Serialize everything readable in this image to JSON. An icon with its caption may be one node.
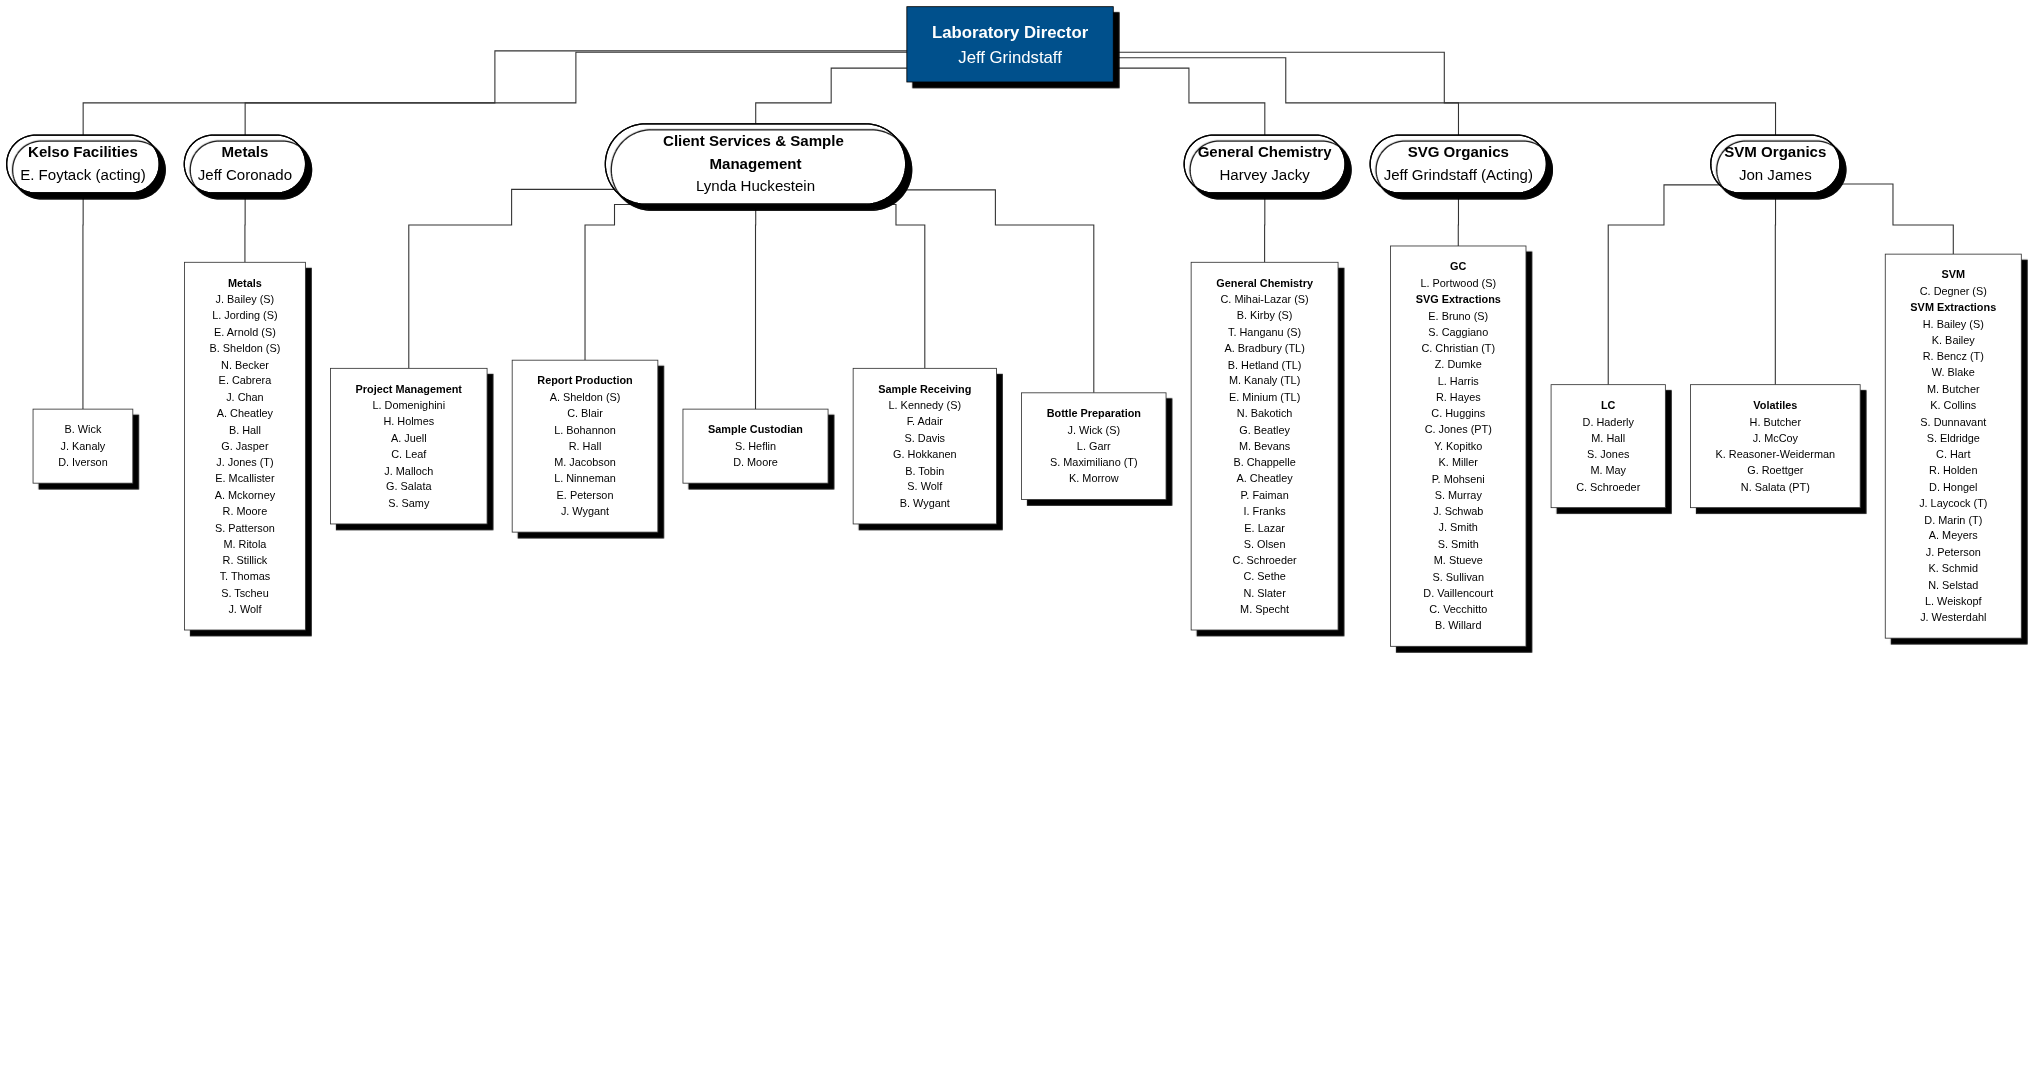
{
  "diagram": {
    "nodes": [
      {
        "text": [
          "Laboratory Director",
          "Jeff Grindstaff"
        ]
      },
      {
        "text": [
          "Kelso Facilities",
          "E. Foytack (acting)"
        ]
      },
      {
        "text": [
          "Metals",
          "Jeff Coronado"
        ]
      },
      {
        "text": [
          "Client Services & Sample Management",
          "Lynda Huckestein"
        ]
      },
      {
        "text": [
          "General Chemistry",
          "Harvey Jacky"
        ]
      },
      {
        "text": [
          "SVG Organics",
          "Jeff Grindstaff (Acting)"
        ]
      },
      {
        "text": [
          "SVM Organics",
          "Jon James"
        ]
      },
      {
        "text": [
          "B. Wick",
          "J. Kanaly",
          "D. Iverson"
        ]
      },
      {
        "text": [
          "Metals",
          "J. Bailey (S)",
          "L. Jording (S)",
          "E. Arnold (S)",
          "B. Sheldon (S)",
          "N. Becker",
          "E. Cabrera",
          "J. Chan",
          "A. Cheatley",
          "B. Hall",
          "G. Jasper",
          "J. Jones (T)",
          "E. Mcallister",
          "A. Mckorney",
          "R. Moore",
          "S. Patterson",
          "M. Ritola",
          "R. Stillick",
          "T. Thomas",
          "S. Tscheu",
          "J. Wolf"
        ]
      },
      {
        "text": [
          "Project Management",
          "L. Domenighini",
          "H. Holmes",
          "A. Juell",
          "C. Leaf",
          "J. Malloch",
          "G. Salata",
          "S. Samy"
        ]
      },
      {
        "text": [
          "Report Production",
          "A. Sheldon (S)",
          "C. Blair",
          "L. Bohannon",
          "R. Hall",
          "M. Jacobson",
          "L. Ninneman",
          "E. Peterson",
          "J. Wygant"
        ]
      },
      {
        "text": [
          "Sample Custodian",
          "S. Heflin",
          "D. Moore"
        ]
      },
      {
        "text": [
          "Sample Receiving",
          "L. Kennedy (S)",
          "F. Adair",
          "S. Davis",
          "G. Hokkanen",
          "B. Tobin",
          "S. Wolf",
          "B. Wygant"
        ]
      },
      {
        "text": [
          "Bottle Preparation",
          "J. Wick (S)",
          "L. Garr",
          "S. Maximiliano (T)",
          "K. Morrow"
        ]
      },
      {
        "text": [
          "General Chemistry",
          "C. Mihai-Lazar (S)",
          "B. Kirby (S)",
          "T. Hanganu (S)",
          "A. Bradbury (TL)",
          "B. Hetland (TL)",
          "M. Kanaly (TL)",
          "E. Minium (TL)",
          "N. Bakotich",
          "G. Beatley",
          "M. Bevans",
          "B. Chappelle",
          "A. Cheatley",
          "P. Faiman",
          "I. Franks",
          "E. Lazar",
          "S. Olsen",
          "C. Schroeder",
          "C. Sethe",
          "N. Slater",
          "M. Specht"
        ]
      },
      {
        "text": [
          "GC",
          "L. Portwood (S)",
          "SVG Extractions",
          "E. Bruno (S)",
          "S. Caggiano",
          "C. Christian (T)",
          "Z. Dumke",
          "L. Harris",
          "R. Hayes",
          "C. Huggins",
          "C. Jones (PT)",
          "Y. Kopitko",
          "K. Miller",
          "P. Mohseni",
          "S. Murray",
          "J. Schwab",
          "J. Smith",
          "S. Smith",
          "M. Stueve",
          "S. Sullivan",
          "D. Vaillencourt",
          "C. Vecchitto",
          "B. Willard"
        ]
      },
      {
        "text": [
          "LC",
          "D. Haderly",
          "M. Hall",
          "S. Jones",
          "M. May",
          "C. Schroeder"
        ]
      },
      {
        "text": [
          "Volatiles",
          "H. Butcher",
          "J. McCoy",
          "K. Reasoner-Weiderman",
          "G. Roettger",
          "N. Salata (PT)"
        ]
      },
      {
        "text": [
          "SVM",
          "C. Degner (S)",
          "SVM Extractions",
          "H. Bailey (S)",
          "K. Bailey",
          "R. Bencz (T)",
          "W. Blake",
          "M. Butcher",
          "K. Collins",
          "S. Dunnavant",
          "S. Eldridge",
          "C. Hart",
          "R. Holden",
          "D. Hongel",
          "J. Laycock (T)",
          "D. Marin (T)",
          "A. Meyers",
          "J. Peterson",
          "K. Schmid",
          "N. Selstad",
          "L. Weiskopf",
          "J. Westerdahl"
        ]
      }
    ],
    "edges": [
      {
        "from": 0,
        "to": 1,
        "arrow": "none"
      },
      {
        "from": 0,
        "to": 2,
        "arrow": "none"
      },
      {
        "from": 0,
        "to": 3,
        "arrow": "none"
      },
      {
        "from": 0,
        "to": 4,
        "arrow": "none"
      },
      {
        "from": 0,
        "to": 5,
        "arrow": "none"
      },
      {
        "from": 0,
        "to": 6,
        "arrow": "none"
      },
      {
        "from": 1,
        "to": 7,
        "arrow": "none"
      },
      {
        "from": 2,
        "to": 8,
        "arrow": "none"
      },
      {
        "from": 3,
        "to": 9,
        "arrow": "none"
      },
      {
        "from": 3,
        "to": 10,
        "arrow": "none"
      },
      {
        "from": 3,
        "to": 11,
        "arrow": "none"
      },
      {
        "from": 3,
        "to": 12,
        "arrow": "none"
      },
      {
        "from": 3,
        "to": 13,
        "arrow": "none"
      },
      {
        "from": 4,
        "to": 14,
        "arrow": "none"
      },
      {
        "from": 5,
        "to": 15,
        "arrow": "none"
      },
      {
        "from": 6,
        "to": 16,
        "arrow": "none"
      },
      {
        "from": 6,
        "to": 17,
        "arrow": "none"
      },
      {
        "from": 6,
        "to": 18,
        "arrow": "none"
      }
    ]
  }
}
